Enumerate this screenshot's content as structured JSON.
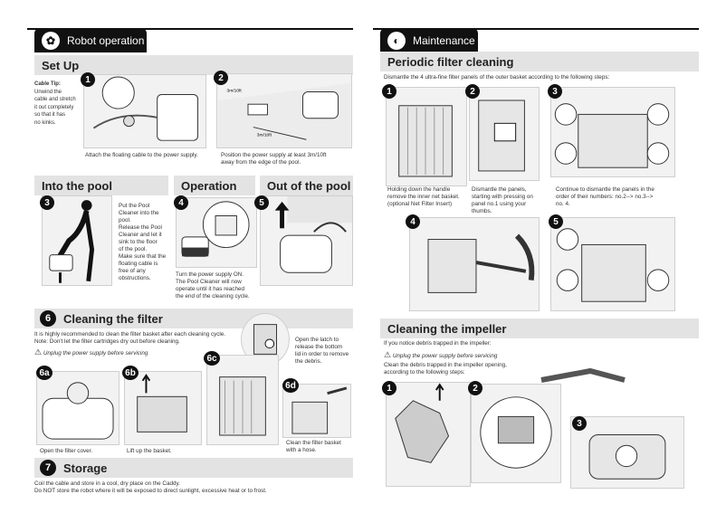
{
  "left": {
    "header": "Robot operation",
    "setup": {
      "title": "Set Up",
      "cable_tip_title": "Cable Tip:",
      "cable_tip_lines": [
        "Unwind the",
        "cable and stretch",
        "it out completely",
        "so that it has",
        "no kinks."
      ],
      "step1_caption": "Attach the floating cable to the power supply.",
      "step2_label_a": "3m/10ft",
      "step2_label_b": "3m/10ft",
      "step2_caption_1": "Position the power supply at least 3m/10ft",
      "step2_caption_2": "away from the edge of the pool."
    },
    "into_pool": {
      "title": "Into the pool",
      "lines": [
        "Put the Pool",
        "Cleaner into the",
        "pool.",
        "Release the Pool",
        "Cleaner and let it",
        "sink to the floor",
        "of the pool.",
        "Make sure that the",
        "floating cable is",
        "free of any",
        "obstructions."
      ]
    },
    "operation": {
      "title": "Operation",
      "lines": [
        "Turn the power supply ON.",
        "The Pool Cleaner will now",
        "operate until it has reached",
        "the end of the cleaning cycle."
      ]
    },
    "out_pool": {
      "title": "Out of the pool"
    },
    "cleaning_filter": {
      "num": "6",
      "title": "Cleaning the filter",
      "line1": "It is highly recommended to clean the filter basket after each cleaning cycle.",
      "line2": "Note: Don't let the filter cartridges dry out before cleaning.",
      "warning": "Unplug the power supply before servicing",
      "latch_lines": [
        "Open the latch to",
        "release the bottom",
        "lid in order to remove",
        "the debris."
      ],
      "step_6a": "6a",
      "step_6b": "6b",
      "step_6c": "6c",
      "step_6d": "6d",
      "caption_6a": "Open the filter cover.",
      "caption_6b": "Lift up the basket.",
      "caption_6d_1": "Clean the filter basket",
      "caption_6d_2": "with a hose."
    },
    "storage": {
      "num": "7",
      "title": "Storage",
      "line1": "Coil the cable and store in a cool, dry place on the Caddy.",
      "line2": "Do NOT store the robot where it will be exposed to direct sunlight, excessive heat or to frost."
    }
  },
  "right": {
    "header": "Maintenance",
    "periodic": {
      "title": "Periodic filter cleaning",
      "intro": "Dismantle the 4 ultra-fine filter panels of the outer basket according to the following steps:",
      "cap1": [
        "Holding down the handle",
        "remove the inner net basket.",
        "(optional Net Filter Insert)"
      ],
      "cap2": [
        "Dismantle the panels,",
        "starting with pressing on",
        "panel no.1 using your",
        "thumbs."
      ],
      "cap3": [
        "Continue to dismantle the panels in the",
        "order of their numbers: no.2--> no.3-->",
        "no. 4."
      ]
    },
    "impeller": {
      "title": "Cleaning the impeller",
      "line1": "If you notice debris trapped in the impeller:",
      "warning": "Unplug the power supply before servicing",
      "line2": "Clean the debris trapped in the impeller opening,",
      "line3": "according to the following steps:"
    }
  },
  "step_numbers": [
    "1",
    "2",
    "3",
    "4",
    "5"
  ]
}
